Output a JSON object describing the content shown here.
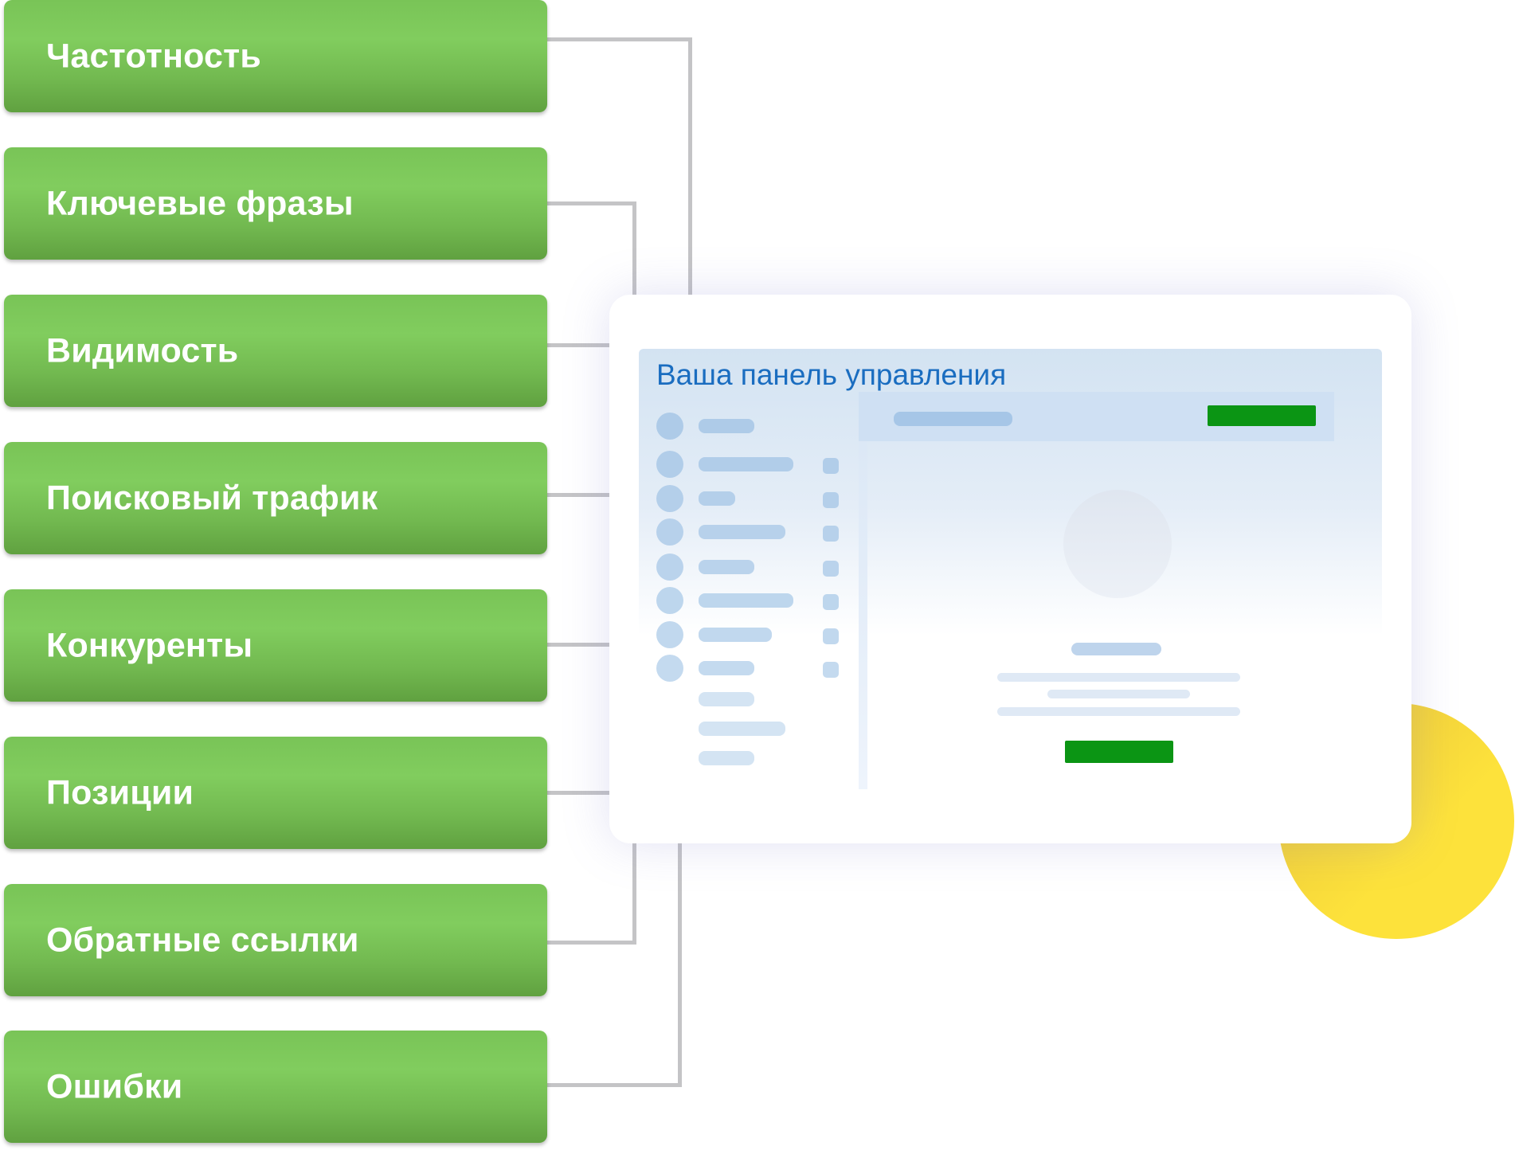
{
  "features": [
    {
      "label": "Частотность"
    },
    {
      "label": "Ключевые фразы"
    },
    {
      "label": "Видимость"
    },
    {
      "label": "Поисковый трафик"
    },
    {
      "label": "Конкуренты"
    },
    {
      "label": "Позиции"
    },
    {
      "label": "Обратные ссылки"
    },
    {
      "label": "Ошибки"
    }
  ],
  "dashboard": {
    "title": "Ваша панель управления"
  },
  "colors": {
    "box_green": "#7ec95b",
    "action_green": "#0b9514",
    "title_blue": "#1a6dc0",
    "connector": "#c4c4c6",
    "accent_yellow": "#fde23b"
  }
}
